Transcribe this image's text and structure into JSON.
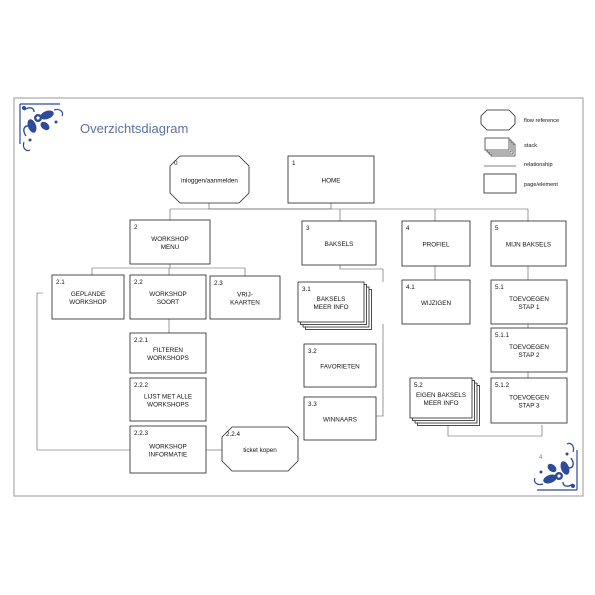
{
  "title": "Overzichtsdiagram",
  "page_number": "4",
  "colors": {
    "frame": "#9a9a9a",
    "ornament": "#2e4a9a",
    "title": "#5d6fa3",
    "line": "#555555"
  },
  "legend": [
    {
      "shape": "flow-reference-icon",
      "label": "flow reference"
    },
    {
      "shape": "stack-icon",
      "label": "stack"
    },
    {
      "shape": "relationship-icon",
      "label": "relationship"
    },
    {
      "shape": "page-element-icon",
      "label": "page/element"
    }
  ],
  "nodes": {
    "n0": {
      "num": "0",
      "lines": [
        "inloggen/aanmelden"
      ]
    },
    "n1": {
      "num": "1",
      "lines": [
        "HOME"
      ]
    },
    "n2": {
      "num": "2",
      "lines": [
        "WORKSHOP",
        "MENU"
      ]
    },
    "n3": {
      "num": "3",
      "lines": [
        "BAKSELS"
      ]
    },
    "n4": {
      "num": "4",
      "lines": [
        "PROFIEL"
      ]
    },
    "n5": {
      "num": "5",
      "lines": [
        "MIJN BAKSELS"
      ]
    },
    "n21": {
      "num": "2.1",
      "lines": [
        "GEPLANDE",
        "WORKSHOP"
      ]
    },
    "n22": {
      "num": "2.2",
      "lines": [
        "WORKSHOP",
        "SOORT"
      ]
    },
    "n23": {
      "num": "2.3",
      "lines": [
        "VRIJ-",
        "KAARTEN"
      ]
    },
    "n221": {
      "num": "2.2.1",
      "lines": [
        "FILTEREN",
        "WORKSHOPS"
      ]
    },
    "n222": {
      "num": "2.2.2",
      "lines": [
        "LIJST MET ALLE",
        "WORKSHOPS"
      ]
    },
    "n223": {
      "num": "2.2.3",
      "lines": [
        "WORKSHOP",
        "INFORMATIE"
      ]
    },
    "n224": {
      "num": "2.2.4",
      "lines": [
        "ticket kopen"
      ]
    },
    "n31": {
      "num": "3.1",
      "lines": [
        "BAKSELS",
        "MEER INFO"
      ]
    },
    "n32": {
      "num": "3.2",
      "lines": [
        "FAVORIETEN"
      ]
    },
    "n33": {
      "num": "3.3",
      "lines": [
        "WINNAARS"
      ]
    },
    "n41": {
      "num": "4.1",
      "lines": [
        "WIJZIGEN"
      ]
    },
    "n51": {
      "num": "5.1",
      "lines": [
        "TOEVOEGEN",
        "STAP 1"
      ]
    },
    "n511": {
      "num": "5.1.1",
      "lines": [
        "TOEVOEGEN",
        "STAP 2"
      ]
    },
    "n512": {
      "num": "5.1.2",
      "lines": [
        "TOEVOEGEN",
        "STAP 3"
      ]
    },
    "n52": {
      "num": "5.2",
      "lines": [
        "EIGEN BAKSELS",
        "MEER INFO"
      ]
    }
  }
}
